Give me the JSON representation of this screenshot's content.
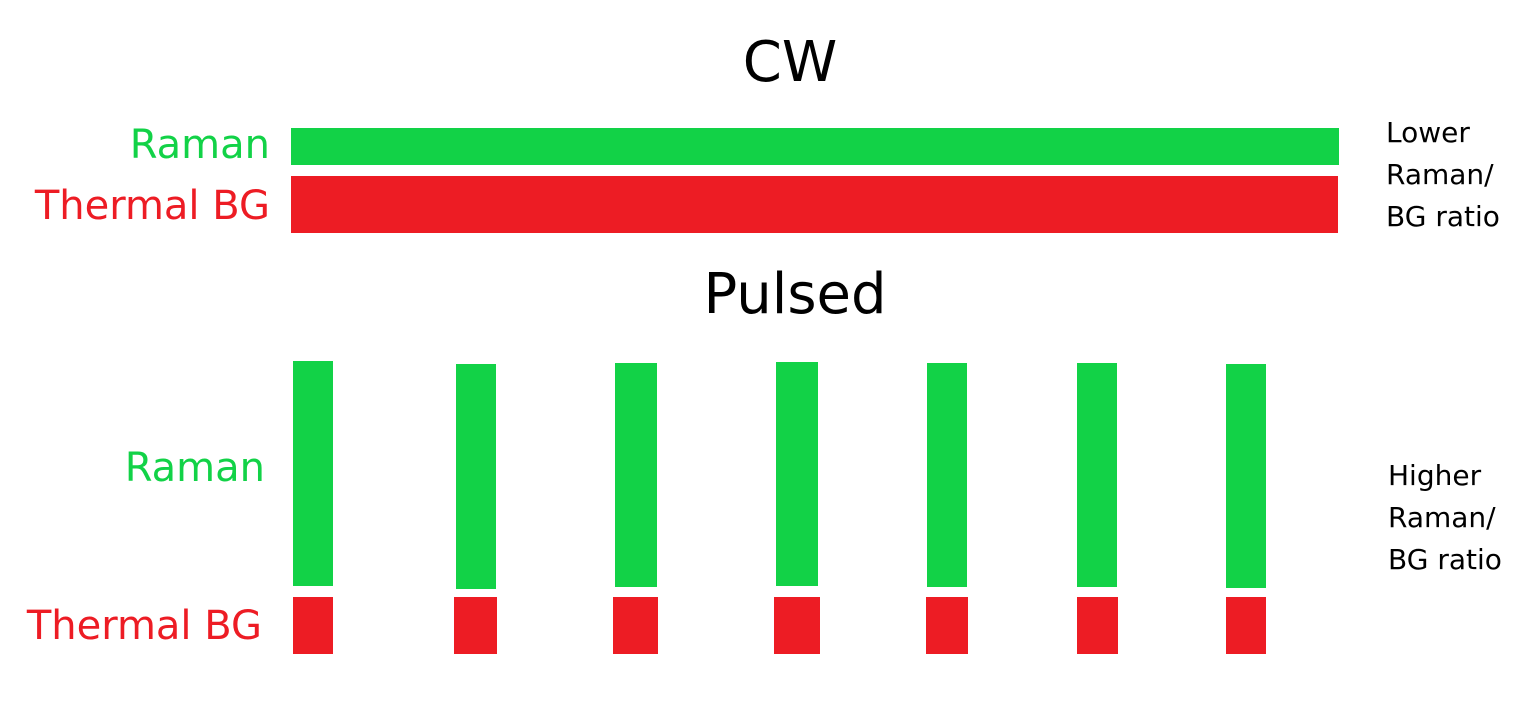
{
  "colors": {
    "raman": "#12d247",
    "thermal_bg": "#ed1c24"
  },
  "cw": {
    "title": "CW",
    "raman_label": "Raman",
    "bg_label": "Thermal BG",
    "note": [
      "Lower",
      "Raman/",
      "BG ratio"
    ]
  },
  "pulsed": {
    "title": "Pulsed",
    "raman_label": "Raman",
    "bg_label": "Thermal BG",
    "note": [
      "Higher",
      "Raman/",
      "BG ratio"
    ],
    "pulse_count": 7
  }
}
